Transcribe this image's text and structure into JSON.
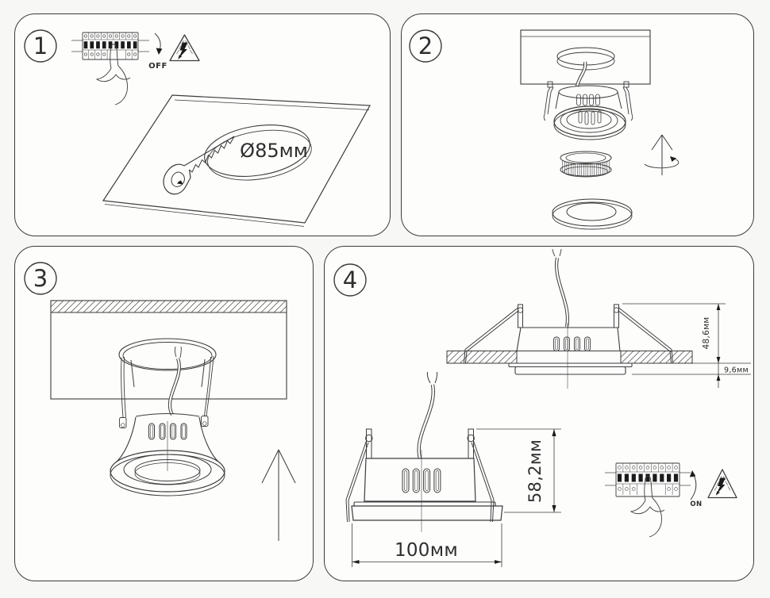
{
  "colors": {
    "line": "#3c3c3c",
    "text": "#2e2e2e",
    "bg": "#f7f7f5",
    "panel_bg": "#fdfdfc",
    "dark": "#1b1b1b"
  },
  "steps": {
    "s1": {
      "number": "1",
      "switch_label": "OFF",
      "cutout_diameter": "Ø85мм"
    },
    "s2": {
      "number": "2"
    },
    "s3": {
      "number": "3"
    },
    "s4": {
      "number": "4",
      "switch_label": "ON",
      "dim_recess_depth": "48,6мм",
      "dim_protrusion": "9,6мм",
      "dim_total_height": "58,2мм",
      "dim_width": "100мм"
    }
  },
  "icons": {
    "hazard": "high-voltage-warning-triangle",
    "breaker": "circuit-breaker-panel",
    "hand": "pointing-hand",
    "saw": "keyhole-saw",
    "arrow_off": "switch-off-arrow",
    "arrow_on": "switch-on-arrow",
    "arrow_push_up": "push-up-arrow",
    "arrow_rotate": "rotate-axis-arrow"
  }
}
